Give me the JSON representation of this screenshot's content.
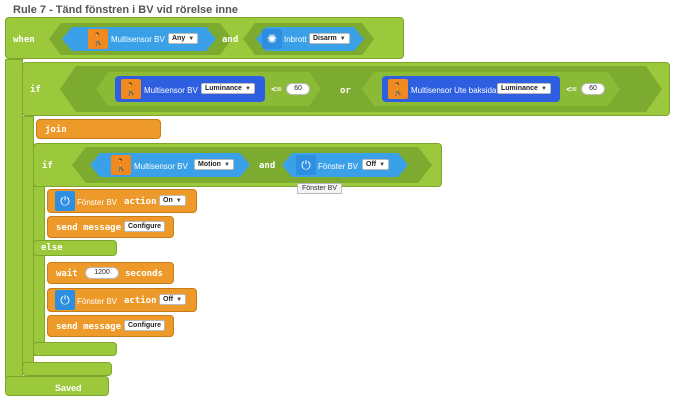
{
  "rule": {
    "title": "Rule 7 - Tänd fönstren i BV vid rörelse inne"
  },
  "keywords": {
    "when": "when",
    "and": "and",
    "if": "if",
    "or": "or",
    "join": "join",
    "else": "else",
    "action": "action",
    "send_message": "send message",
    "wait": "wait",
    "seconds": "seconds",
    "lte": "<="
  },
  "when_block": {
    "sensor1": {
      "device": "Multisensor BV",
      "value": "Any"
    },
    "sensor2": {
      "device": "Inbrott",
      "value": "Disarm"
    }
  },
  "if_block": {
    "cond1": {
      "device": "Multisensor BV",
      "property": "Luminance",
      "threshold": "60"
    },
    "cond2": {
      "device": "Multisensor Ute baksida",
      "property": "Luminance",
      "threshold": "60"
    }
  },
  "inner_if": {
    "cond1": {
      "device": "Multisensor BV",
      "value": "Motion"
    },
    "cond2": {
      "device": "Fönster BV",
      "value": "Off"
    },
    "tooltip": "Fönster BV"
  },
  "then_actions": {
    "device": "Fönster BV",
    "value": "On",
    "message": "Configure"
  },
  "else_actions": {
    "wait_seconds": "1200",
    "device": "Fönster BV",
    "value": "Off",
    "message": "Configure"
  },
  "status": {
    "saved": "Saved"
  },
  "icons": {
    "motion": "person-walking-icon",
    "power": "power-icon",
    "alarm": "alarm-icon"
  },
  "colors": {
    "green": "#9cc83c",
    "orange": "#ed9a2a",
    "blue": "#3aa0e8",
    "navy": "#2d5fe0"
  }
}
